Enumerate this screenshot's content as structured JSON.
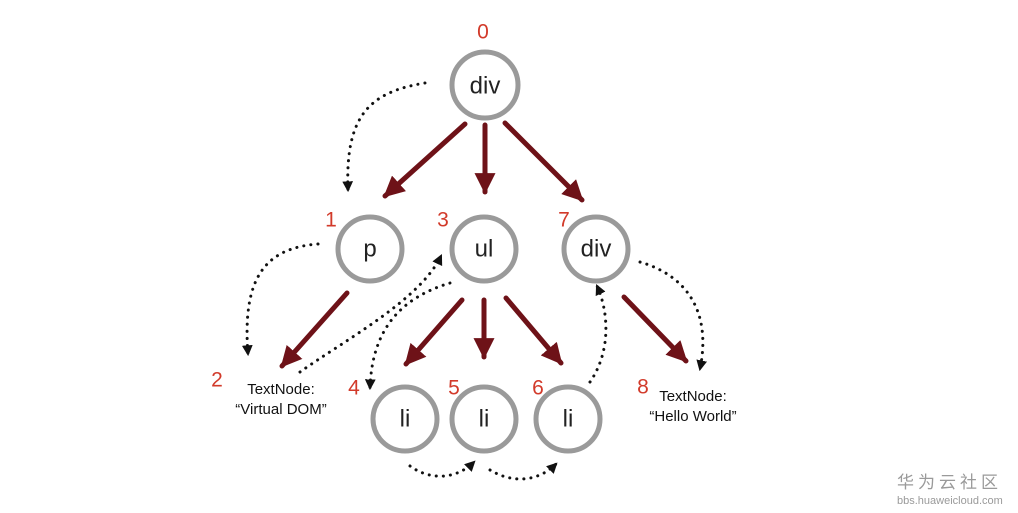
{
  "diagram": {
    "nodes": [
      {
        "id": "n0",
        "label": "div",
        "order": "0"
      },
      {
        "id": "n1",
        "label": "p",
        "order": "1"
      },
      {
        "id": "n2",
        "label": "TextNode:",
        "label2": "“Virtual DOM”",
        "order": "2",
        "kind": "text"
      },
      {
        "id": "n3",
        "label": "ul",
        "order": "3"
      },
      {
        "id": "n4",
        "label": "li",
        "order": "4"
      },
      {
        "id": "n5",
        "label": "li",
        "order": "5"
      },
      {
        "id": "n6",
        "label": "li",
        "order": "6"
      },
      {
        "id": "n7",
        "label": "div",
        "order": "7"
      },
      {
        "id": "n8",
        "label": "TextNode:",
        "label2": "“Hello World”",
        "order": "8",
        "kind": "text"
      }
    ],
    "edges": [
      {
        "from": "n0",
        "to": "n1"
      },
      {
        "from": "n0",
        "to": "n3"
      },
      {
        "from": "n0",
        "to": "n7"
      },
      {
        "from": "n1",
        "to": "n2"
      },
      {
        "from": "n3",
        "to": "n4"
      },
      {
        "from": "n3",
        "to": "n5"
      },
      {
        "from": "n3",
        "to": "n6"
      },
      {
        "from": "n7",
        "to": "n8"
      }
    ],
    "traversal": [
      "n0",
      "n1",
      "n2",
      "n3",
      "n4",
      "n5",
      "n6",
      "n7",
      "n8"
    ],
    "colors": {
      "edge": "#6e1218",
      "order_number": "#d23a2a",
      "node_stroke": "#9a9a9a",
      "traversal": "#111111"
    }
  },
  "watermark": {
    "title": "华为云社区",
    "url": "bbs.huaweicloud.com"
  }
}
